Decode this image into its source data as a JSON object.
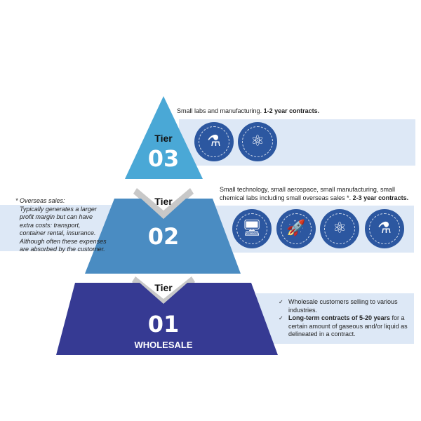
{
  "tiers": [
    {
      "label": "Tier",
      "number": "03",
      "color": "#4aa8d6",
      "desc_plain": "Small labs and manufacturing. ",
      "desc_bold": "1-2 year contracts.",
      "icons": [
        "lab-equipment-icon",
        "factory-science-icon"
      ]
    },
    {
      "label": "Tier",
      "number": "02",
      "color": "#4a8cc2",
      "desc_plain": "Small technology, small aerospace, small manufacturing, small chemical labs including small overseas sales *.  ",
      "desc_bold": "2-3 year contracts.",
      "icons": [
        "technology-icon",
        "aerospace-icon",
        "factory-science-icon",
        "lab-equipment-icon"
      ],
      "note": {
        "title": "* Overseas sales:",
        "body": "Typically generates a larger profit margin but can have extra costs: transport, container rental, insurance. Although often these expenses are absorbed by the customer."
      }
    },
    {
      "label": "Tier",
      "number": "01",
      "subtitle": "WHOLESALE",
      "color": "#363a93",
      "bullets": [
        {
          "plain": "Wholesale customers selling to various industries.",
          "bold": ""
        },
        {
          "bold": "Long-term contracts of 5-20 years",
          "plain": " for a certain amount of gaseous and/or liquid as delineated in a contract."
        }
      ]
    }
  ],
  "band_color": "#dde8f6"
}
